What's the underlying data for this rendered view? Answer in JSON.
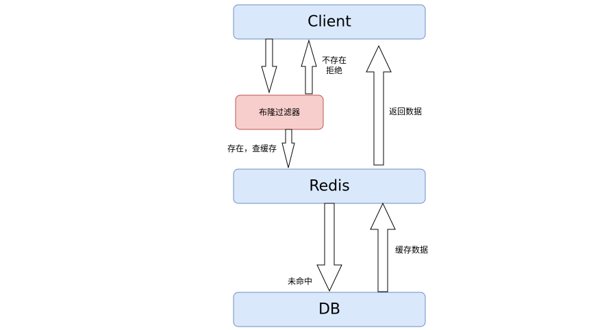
{
  "nodes": {
    "client": {
      "label": "Client"
    },
    "filter": {
      "label": "布隆过滤器"
    },
    "redis": {
      "label": "Redis"
    },
    "db": {
      "label": "DB"
    }
  },
  "edges": {
    "filter_reject": {
      "label_line1": "不存在",
      "label_line2": "拒绝"
    },
    "filter_exists": {
      "label": "存在，查缓存"
    },
    "redis_return": {
      "label": "返回数据"
    },
    "redis_miss": {
      "label": "未命中"
    },
    "db_cache": {
      "label": "缓存数据"
    }
  },
  "colors": {
    "node_fill": "#dae8fc",
    "node_stroke": "#6c8ebf",
    "filter_fill": "#f8cecc",
    "filter_stroke": "#b85450",
    "arrow_fill": "#ffffff",
    "arrow_stroke": "#000000"
  }
}
